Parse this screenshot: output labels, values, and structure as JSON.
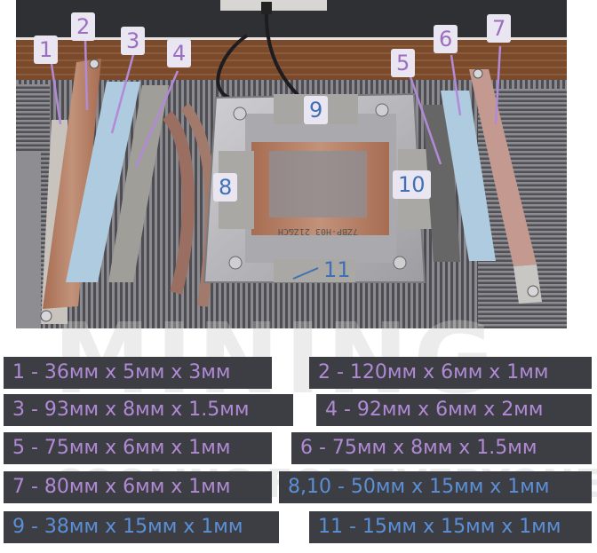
{
  "photo": {
    "callouts": [
      {
        "id": "1",
        "text": "1",
        "color": "purple"
      },
      {
        "id": "2",
        "text": "2",
        "color": "purple"
      },
      {
        "id": "3",
        "text": "3",
        "color": "purple"
      },
      {
        "id": "4",
        "text": "4",
        "color": "purple"
      },
      {
        "id": "5",
        "text": "5",
        "color": "purple"
      },
      {
        "id": "6",
        "text": "6",
        "color": "purple"
      },
      {
        "id": "7",
        "text": "7",
        "color": "purple"
      },
      {
        "id": "8",
        "text": "8",
        "color": "blue"
      },
      {
        "id": "9",
        "text": "9",
        "color": "blue"
      },
      {
        "id": "10",
        "text": "10",
        "color": "blue"
      },
      {
        "id": "11",
        "text": "11",
        "color": "blue"
      }
    ],
    "die_marking": "7ZBP-H03 21Z&CH",
    "colors": {
      "wood": "#7a4a2c",
      "fins": "#6a6a6e",
      "plate": "#b7b7bb",
      "pad_pink": "#c49a90",
      "pad_blue": "#aecbe0",
      "pad_gray": "#9a9a96",
      "copper": "#b0806a"
    }
  },
  "watermark": {
    "big": "MINING",
    "sub": "COOLING FOR EVERYONE"
  },
  "specs": [
    {
      "text": "1 - 36мм х 5мм х 3мм",
      "color": "purple"
    },
    {
      "text": "2 - 120мм х 6мм х 1мм",
      "color": "purple"
    },
    {
      "text": "3 - 93мм х 8мм х 1.5мм",
      "color": "purple"
    },
    {
      "text": "4 - 92мм х 6мм х 2мм",
      "color": "purple"
    },
    {
      "text": "5 - 75мм х 6мм х 1мм",
      "color": "purple"
    },
    {
      "text": "6 - 75мм х 8мм х 1.5мм",
      "color": "purple"
    },
    {
      "text": "7 - 80мм х 6мм х 1мм",
      "color": "purple"
    },
    {
      "text": "8,10 - 50мм х 15мм х 1мм",
      "color": "blue"
    },
    {
      "text": "9 - 38мм х 15мм х 1мм",
      "color": "blue"
    },
    {
      "text": "11 - 15мм х 15мм х 1мм",
      "color": "blue"
    }
  ]
}
